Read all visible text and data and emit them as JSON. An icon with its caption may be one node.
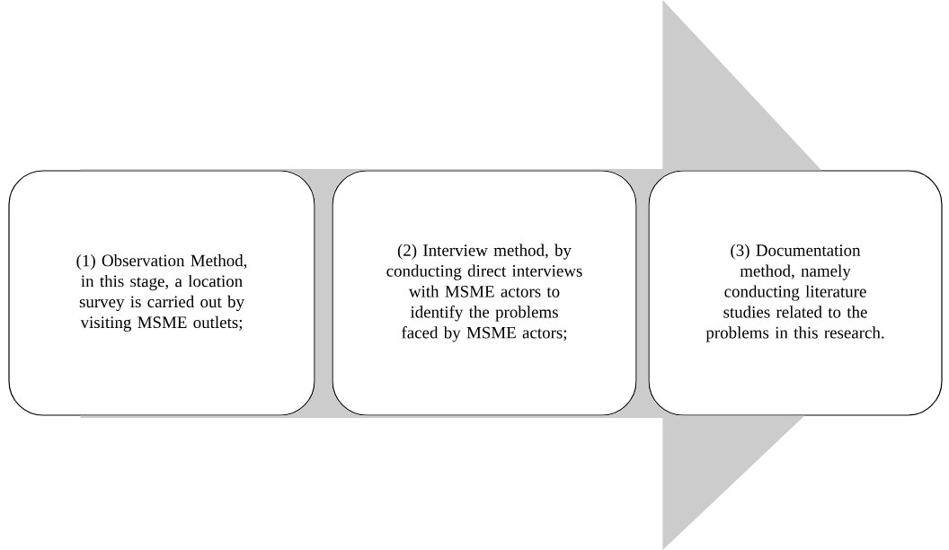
{
  "diagram": {
    "nodes": [
      {
        "text": [
          "(1) Observation Method, in this stage, a location survey is carried out by visiting MSME outlets;"
        ]
      },
      {
        "text": [
          "(2) Interview method, by conducting direct interviews with MSME actors to identify the problems faced by MSME actors;"
        ]
      },
      {
        "text": [
          "(3) Documentation method, namely conducting literature studies related to the problems in this research."
        ]
      }
    ],
    "edges": [
      {
        "from": 0,
        "to": 2,
        "arrow": "to"
      }
    ]
  }
}
